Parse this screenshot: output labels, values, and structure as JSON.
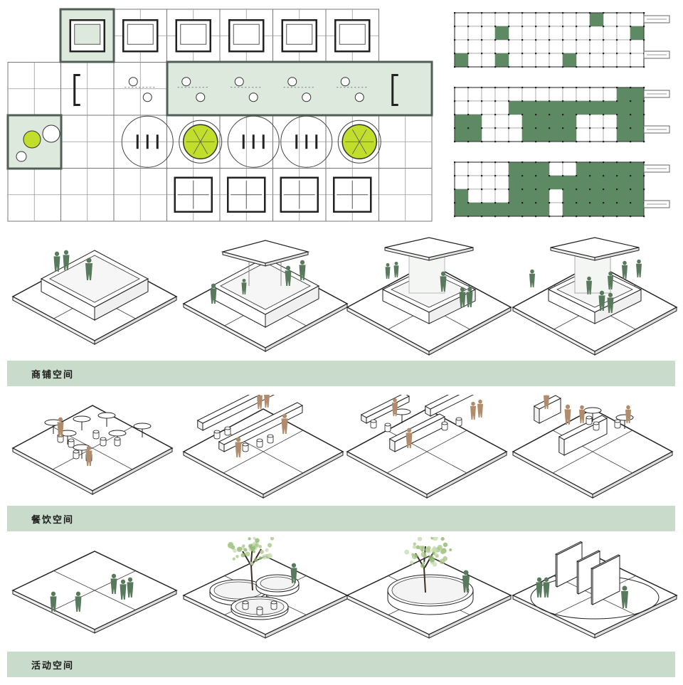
{
  "sections": [
    {
      "label": "商铺空间"
    },
    {
      "label": "餐饮空间"
    },
    {
      "label": "活动空间"
    }
  ],
  "colors": {
    "highlight_fill": "#dde9dd",
    "highlight_stroke": "#4f5f55",
    "plan_green": "#5e8a63",
    "figure_green": "#58795b",
    "figure_brown": "#b08c6c",
    "lime": "#c2de2c",
    "band": "#c9dccb",
    "line": "#333333",
    "grid": "#aaaaaa"
  }
}
